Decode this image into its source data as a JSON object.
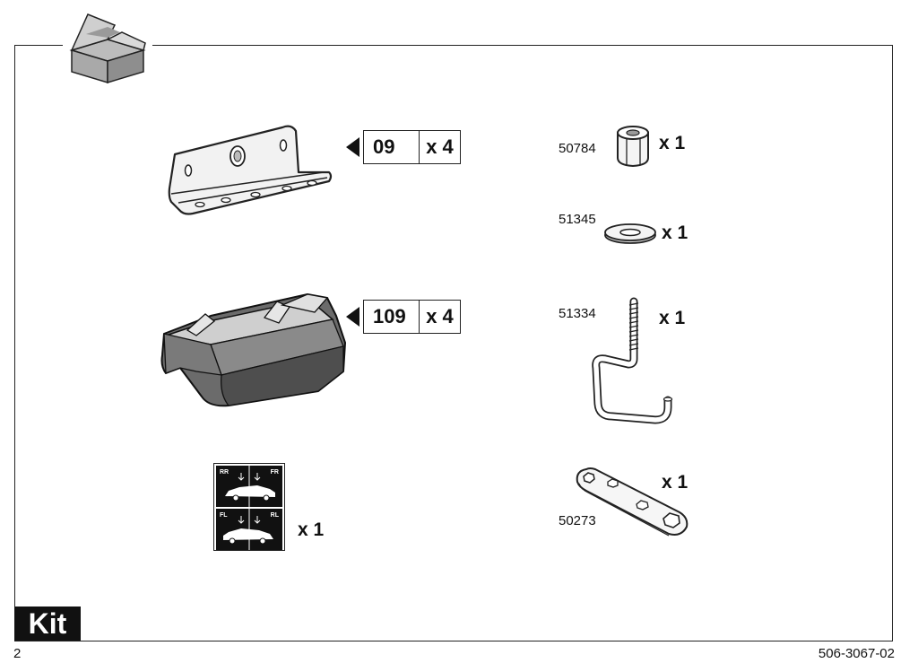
{
  "page": {
    "number": "2",
    "doc_number": "506-3067-02",
    "section_label": "Kit"
  },
  "parts_left": [
    {
      "code": "09",
      "qty": "x 4",
      "item": "bracket"
    },
    {
      "code": "109",
      "qty": "x 4",
      "item": "foot"
    },
    {
      "qty": "x 1",
      "item": "position-stickers",
      "sticker_top": {
        "left": "RR",
        "right": "FR"
      },
      "sticker_bottom": {
        "left": "FL",
        "right": "RL"
      }
    }
  ],
  "parts_right": [
    {
      "number": "50784",
      "qty": "x 1",
      "item": "nut"
    },
    {
      "number": "51345",
      "qty": "x 1",
      "item": "washer"
    },
    {
      "number": "51334",
      "qty": "x 1",
      "item": "j-hook-bolt"
    },
    {
      "number": "50273",
      "qty": "x 1",
      "item": "wrench"
    }
  ],
  "icons": {
    "header": "open-box-icon"
  }
}
